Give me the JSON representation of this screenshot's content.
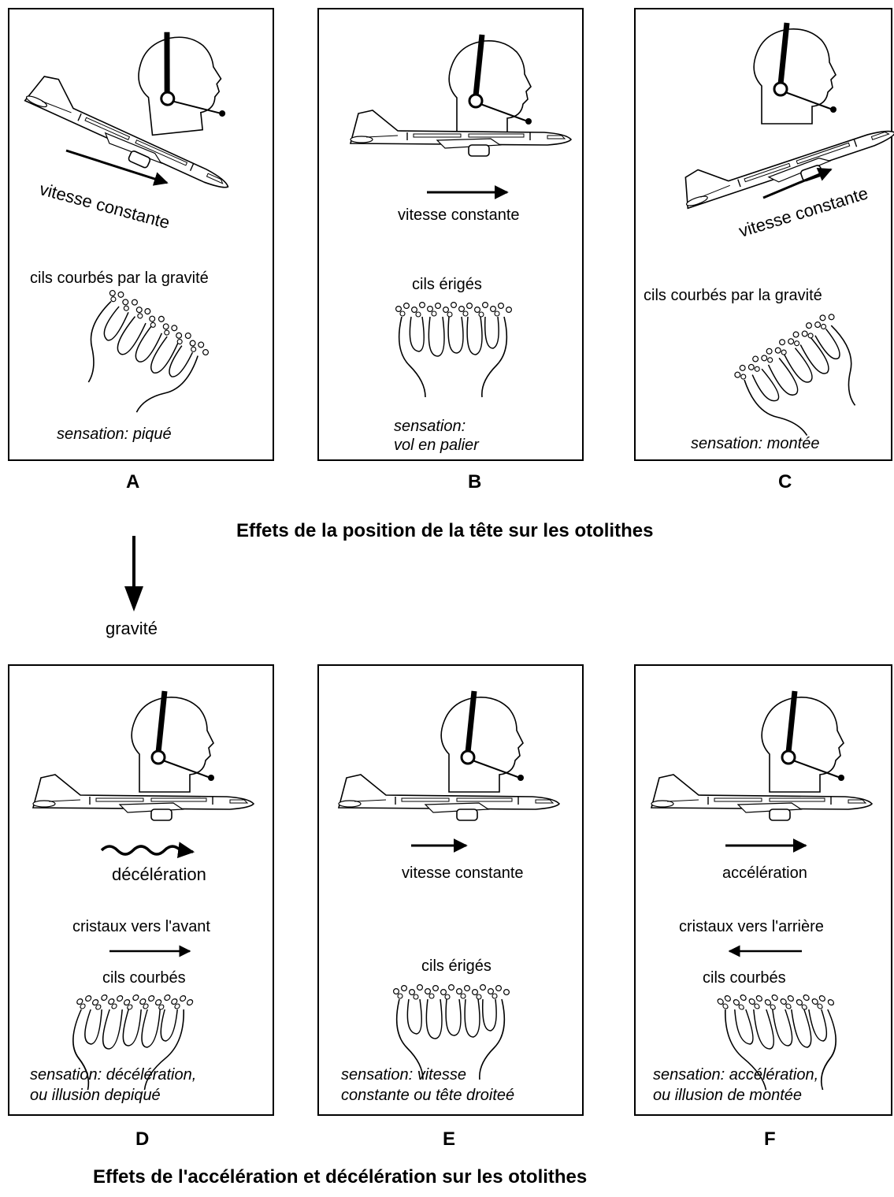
{
  "top_title": "Effets de la position de la tête sur les otolithes",
  "bottom_title": "Effets de l'accélération et décélération sur les otolithes",
  "gravity_label": "gravité",
  "panels": {
    "A": {
      "letter": "A",
      "motion": "vitesse constante",
      "cilia": "cils courbés par la gravité",
      "sensation": "sensation: piqué"
    },
    "B": {
      "letter": "B",
      "motion": "vitesse constante",
      "cilia": "cils érigés",
      "sensation_l1": "sensation:",
      "sensation_l2": "vol en palier"
    },
    "C": {
      "letter": "C",
      "motion": "vitesse constante",
      "cilia": "cils courbés par la gravité",
      "sensation": "sensation: montée"
    },
    "D": {
      "letter": "D",
      "motion": "décélération",
      "crystals": "cristaux vers l'avant",
      "cilia": "cils courbés",
      "sensation_l1": "sensation: décélération,",
      "sensation_l2": "ou illusion depiqué"
    },
    "E": {
      "letter": "E",
      "motion": "vitesse constante",
      "cilia": "cils érigés",
      "sensation_l1": "sensation: vitesse",
      "sensation_l2": "constante ou tête droiteé"
    },
    "F": {
      "letter": "F",
      "motion": "accélération",
      "crystals": "cristaux vers l'arrière",
      "cilia": "cils courbés",
      "sensation_l1": "sensation: accélération,",
      "sensation_l2": "ou illusion de montée"
    }
  }
}
